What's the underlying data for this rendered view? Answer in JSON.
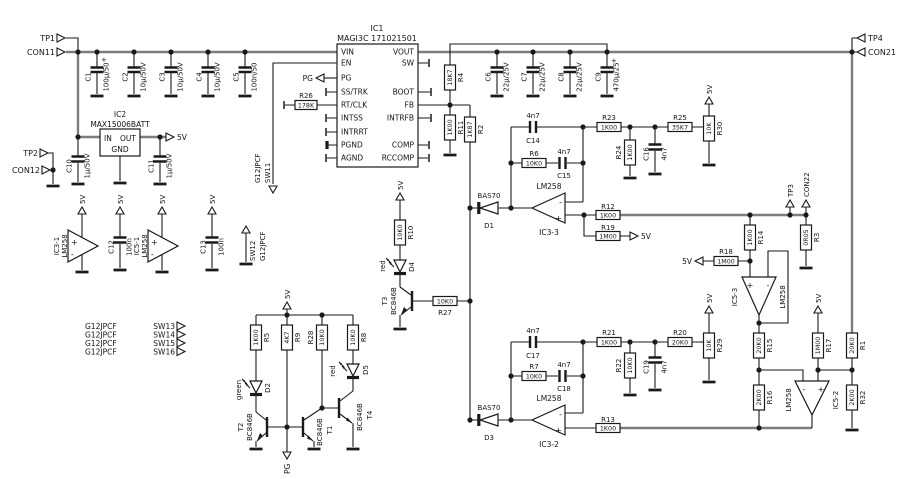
{
  "nets": {
    "v5": "5V",
    "pg": "PG"
  },
  "testpoints": {
    "tp1": "TP1",
    "tp2": "TP2",
    "tp3": "TP3",
    "tp4": "TP4"
  },
  "connectors": {
    "con11": "CON11",
    "con12": "CON12",
    "con21": "CON21",
    "con22": "CON22"
  },
  "switches": {
    "sw11": {
      "name": "SW11",
      "type": "G12JPCF"
    },
    "sw12": {
      "name": "SW12",
      "type": "G12JPCF"
    },
    "sw13": {
      "name": "SW13",
      "type": "G12JPCF"
    },
    "sw14": {
      "name": "SW14",
      "type": "G12JPCF"
    },
    "sw15": {
      "name": "SW15",
      "type": "G12JPCF"
    },
    "sw16": {
      "name": "SW16",
      "type": "G12JPCF"
    }
  },
  "ics": {
    "ic1": {
      "name": "IC1",
      "part": "MAGI3C 171021501",
      "pins_left": [
        "VIN",
        "EN",
        "PG",
        "SS/TRK",
        "RT/CLK",
        "INTSS",
        "INTRRT",
        "PGND",
        "AGND"
      ],
      "pins_right": [
        "VOUT",
        "SW",
        "BOOT",
        "FB",
        "INTRFB",
        "COMP",
        "RCCOMP"
      ]
    },
    "ic2": {
      "name": "IC2",
      "part": "MAX15006BATT",
      "pin_in": "IN",
      "pin_out": "OUT",
      "pin_gnd": "GND"
    }
  },
  "opamps": {
    "plus": "+",
    "minus": "-",
    "ic3_1": {
      "name": "IC3-1",
      "part": "LM258"
    },
    "ic5_1": {
      "name": "IC5-1",
      "part": "LM258"
    },
    "ic3_3": {
      "name": "IC3-3",
      "part": "LM258"
    },
    "ic3_2": {
      "name": "IC3-2",
      "part": "LM258"
    },
    "ic5_3": {
      "name": "IC5-3",
      "part": "LM258"
    },
    "ic5_2": {
      "name": "IC5-2",
      "part": "LM258"
    }
  },
  "resistors": {
    "r1": {
      "name": "R1",
      "value": "20K0"
    },
    "r2": {
      "name": "R2",
      "value": "1K87"
    },
    "r3": {
      "name": "R3",
      "value": "0R05"
    },
    "r4": {
      "name": "R4",
      "value": "18K7"
    },
    "r5": {
      "name": "R5",
      "value": "1K00"
    },
    "r6": {
      "name": "R6",
      "value": "10K0"
    },
    "r7": {
      "name": "R7",
      "value": "10K0"
    },
    "r8": {
      "name": "R8",
      "value": "10K0"
    },
    "r9": {
      "name": "R9",
      "value": "4K7"
    },
    "r10": {
      "name": "R10",
      "value": "10K0"
    },
    "r11": {
      "name": "R11",
      "value": "1K00"
    },
    "r12": {
      "name": "R12",
      "value": "1K00"
    },
    "r13": {
      "name": "R13",
      "value": "1K00"
    },
    "r14": {
      "name": "R14",
      "value": "1K00"
    },
    "r15": {
      "name": "R15",
      "value": "20K0"
    },
    "r16": {
      "name": "R16",
      "value": "2K00"
    },
    "r17": {
      "name": "R17",
      "value": "1M00"
    },
    "r18": {
      "name": "R18",
      "value": "1M00"
    },
    "r19": {
      "name": "R19",
      "value": "1M00"
    },
    "r20": {
      "name": "R20",
      "value": "20K0"
    },
    "r21": {
      "name": "R21",
      "value": "1K00"
    },
    "r22": {
      "name": "R22",
      "value": "10K0"
    },
    "r23": {
      "name": "R23",
      "value": "1K00"
    },
    "r24": {
      "name": "R24",
      "value": "1K00"
    },
    "r25": {
      "name": "R25",
      "value": "35K7"
    },
    "r26": {
      "name": "R26",
      "value": "178K"
    },
    "r27": {
      "name": "R27",
      "value": "10K0"
    },
    "r28": {
      "name": "R28",
      "value": "10K0"
    },
    "r29": {
      "name": "R29",
      "value": "10K"
    },
    "r30": {
      "name": "R30",
      "value": "10K"
    },
    "r32": {
      "name": "R32",
      "value": "2K00"
    }
  },
  "capacitors": {
    "polarity": "+",
    "c1": {
      "name": "C1",
      "value": "100µ/50"
    },
    "c2": {
      "name": "C2",
      "value": "10µ/50V"
    },
    "c3": {
      "name": "C3",
      "value": "10µ/50V"
    },
    "c4": {
      "name": "C4",
      "value": "10µ/50V"
    },
    "c5": {
      "name": "C5",
      "value": "100n/50"
    },
    "c6": {
      "name": "C6",
      "value": "22µ/25V"
    },
    "c7": {
      "name": "C7",
      "value": "22µ/25V"
    },
    "c8": {
      "name": "C8",
      "value": "22µ/25V"
    },
    "c9": {
      "name": "C9",
      "value": "470µ/25"
    },
    "c10": {
      "name": "C10",
      "value": "1µ/50V"
    },
    "c11": {
      "name": "C11",
      "value": "1µ/50V"
    },
    "c12": {
      "name": "C12",
      "value": "100n"
    },
    "c13": {
      "name": "C13",
      "value": "100n"
    },
    "c14": {
      "name": "C14",
      "value": "4n7"
    },
    "c15": {
      "name": "C15",
      "value": "4n7"
    },
    "c16": {
      "name": "C16",
      "value": "4n7"
    },
    "c17": {
      "name": "C17",
      "value": "4n7"
    },
    "c18": {
      "name": "C18",
      "value": "4n7"
    },
    "c19": {
      "name": "C19",
      "value": "4n7"
    }
  },
  "diodes": {
    "d1": {
      "name": "D1",
      "part": "BAS70"
    },
    "d2": {
      "name": "D2",
      "color_label": "green"
    },
    "d3": {
      "name": "D3",
      "part": "BAS70"
    },
    "d4": {
      "name": "D4",
      "color_label": "red"
    },
    "d5": {
      "name": "D5",
      "color_label": "red"
    }
  },
  "transistors": {
    "t1": {
      "name": "T1",
      "part": "BC846B"
    },
    "t2": {
      "name": "T2",
      "part": "BC846B"
    },
    "t3": {
      "name": "T3",
      "part": "BC846B"
    },
    "t4": {
      "name": "T4",
      "part": "BC846B"
    }
  }
}
